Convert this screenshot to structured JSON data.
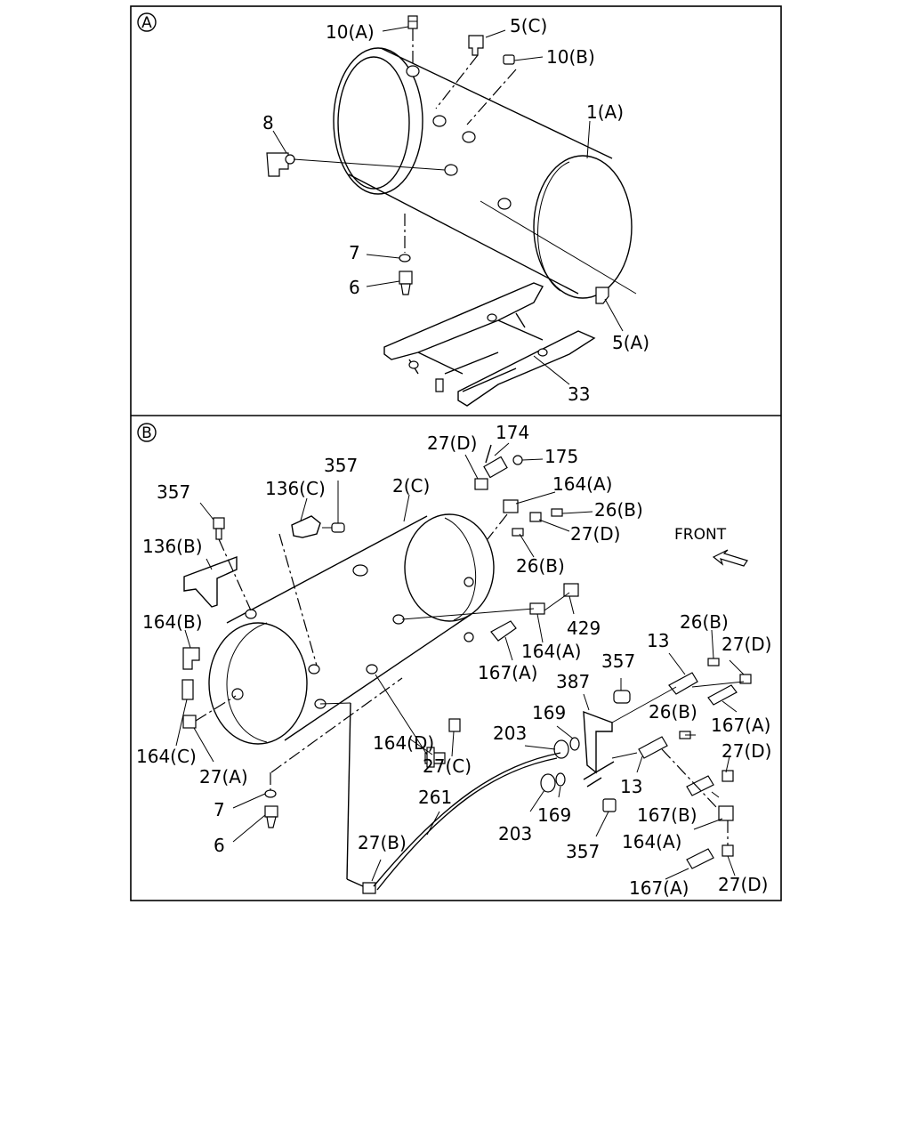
{
  "sections": {
    "a": {
      "marker": "A"
    },
    "b": {
      "marker": "B"
    }
  },
  "labels_a": {
    "l10a": "10(A)",
    "l5c": "5(C)",
    "l10b": "10(B)",
    "l1a": "1(A)",
    "l8": "8",
    "l7": "7",
    "l6": "6",
    "l5a": "5(A)",
    "l33": "33"
  },
  "labels_b": {
    "l357_top": "357",
    "l357_left": "357",
    "l136c": "136(C)",
    "l2c": "2(C)",
    "l27d_top": "27(D)",
    "l174": "174",
    "l175": "175",
    "l164a_top": "164(A)",
    "l26b_top": "26(B)",
    "l27d_mid": "27(D)",
    "l136b": "136(B)",
    "l26b_mid": "26(B)",
    "front": "FRONT",
    "l164b": "164(B)",
    "l429": "429",
    "l164a_mid": "164(A)",
    "l13_top": "13",
    "l26b_right": "26(B)",
    "l27d_right": "27(D)",
    "l167a_left": "167(A)",
    "l357_mid": "357",
    "l387": "387",
    "l167a_right": "167(A)",
    "l169_top": "169",
    "l26b_low": "26(B)",
    "l203_top": "203",
    "l164c": "164(C)",
    "l164d": "164(D)",
    "l27c": "27(C)",
    "l27d_low": "27(D)",
    "l27a": "27(A)",
    "l13_low": "13",
    "l261": "261",
    "l7": "7",
    "l169_low": "169",
    "l167b": "167(B)",
    "l203_low": "203",
    "l6": "6",
    "l164a_low": "164(A)",
    "l27b": "27(B)",
    "l357_low": "357",
    "l167a_low": "167(A)",
    "l27d_bottom": "27(D)"
  }
}
